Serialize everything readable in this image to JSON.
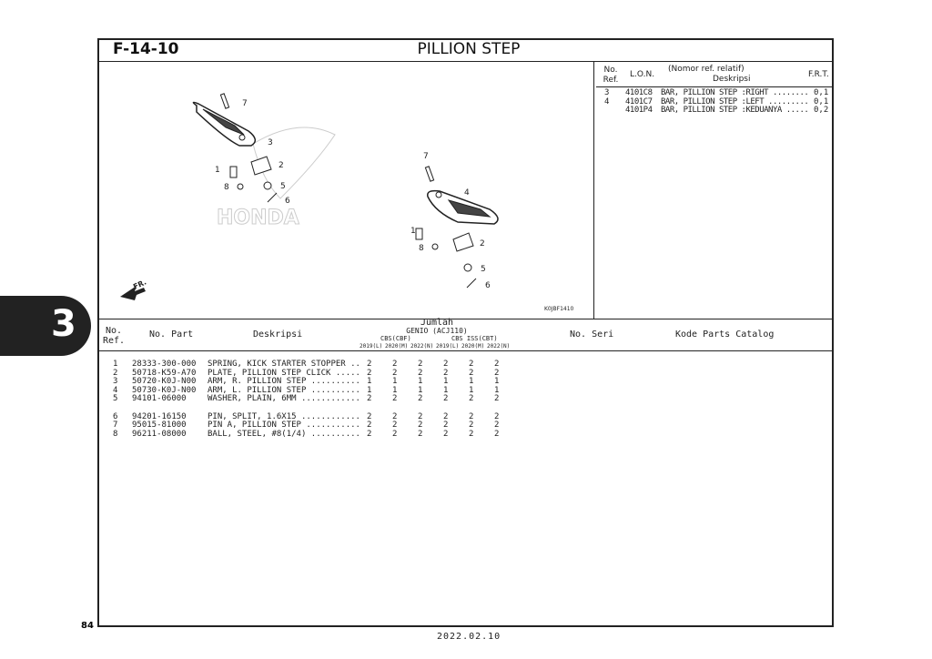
{
  "header": {
    "code": "F-14-10",
    "title": "PILLION STEP"
  },
  "chapter_tab": "3",
  "page_number": "84",
  "date": "2022.02.10",
  "diagram": {
    "figure_code": "K0JBF1410",
    "front_label": "FR.",
    "callouts": [
      "1",
      "2",
      "3",
      "4",
      "5",
      "6",
      "7",
      "8"
    ]
  },
  "ref_table": {
    "headers": {
      "no_ref": "No.\nRef.",
      "lon": "L.O.N.",
      "desc_top": "(Nomor ref. relatif)",
      "desc": "Deskripsi",
      "frt": "F.R.T."
    },
    "rows": [
      {
        "ref": "3",
        "lon": "4101C8",
        "desc": "BAR, PILLION STEP :RIGHT ........",
        "frt": "0,1"
      },
      {
        "ref": "4",
        "lon": "4101C7",
        "desc": "BAR, PILLION STEP :LEFT .........",
        "frt": "0,1"
      },
      {
        "ref": "",
        "lon": "4101P4",
        "desc": "BAR, PILLION STEP :KEDUANYA .....",
        "frt": "0,2"
      }
    ]
  },
  "parts_table": {
    "headers": {
      "no_ref": "No.\nRef.",
      "no_part": "No. Part",
      "desc": "Deskripsi",
      "jumlah": "Jumlah",
      "model": "GENIO (ACJ110)",
      "group1": "CBS(CBF)",
      "group2": "CBS ISS(CBT)",
      "years": [
        "2019(L)",
        "2020(M)",
        "2022(N)",
        "2019(L)",
        "2020(M)",
        "2022(N)"
      ],
      "no_seri": "No. Seri",
      "catalog": "Kode Parts Catalog"
    },
    "rows": [
      {
        "ref": "1",
        "part": "28333-300-000",
        "desc": "SPRING, KICK STARTER STOPPER ..",
        "qty": [
          "2",
          "2",
          "2",
          "2",
          "2",
          "2"
        ]
      },
      {
        "ref": "2",
        "part": "50718-K59-A70",
        "desc": "PLATE, PILLION STEP CLICK .....",
        "qty": [
          "2",
          "2",
          "2",
          "2",
          "2",
          "2"
        ]
      },
      {
        "ref": "3",
        "part": "50720-K0J-N00",
        "desc": "ARM, R. PILLION STEP ..........",
        "qty": [
          "1",
          "1",
          "1",
          "1",
          "1",
          "1"
        ]
      },
      {
        "ref": "4",
        "part": "50730-K0J-N00",
        "desc": "ARM, L. PILLION STEP ..........",
        "qty": [
          "1",
          "1",
          "1",
          "1",
          "1",
          "1"
        ]
      },
      {
        "ref": "5",
        "part": "94101-06000",
        "desc": "WASHER, PLAIN, 6MM ............",
        "qty": [
          "2",
          "2",
          "2",
          "2",
          "2",
          "2"
        ]
      },
      {
        "ref": "6",
        "part": "94201-16150",
        "desc": "PIN, SPLIT, 1.6X15 ............",
        "qty": [
          "2",
          "2",
          "2",
          "2",
          "2",
          "2"
        ]
      },
      {
        "ref": "7",
        "part": "95015-81000",
        "desc": "PIN A, PILLION STEP ...........",
        "qty": [
          "2",
          "2",
          "2",
          "2",
          "2",
          "2"
        ]
      },
      {
        "ref": "8",
        "part": "96211-08000",
        "desc": "BALL, STEEL, #8(1/4) ..........",
        "qty": [
          "2",
          "2",
          "2",
          "2",
          "2",
          "2"
        ]
      }
    ]
  }
}
